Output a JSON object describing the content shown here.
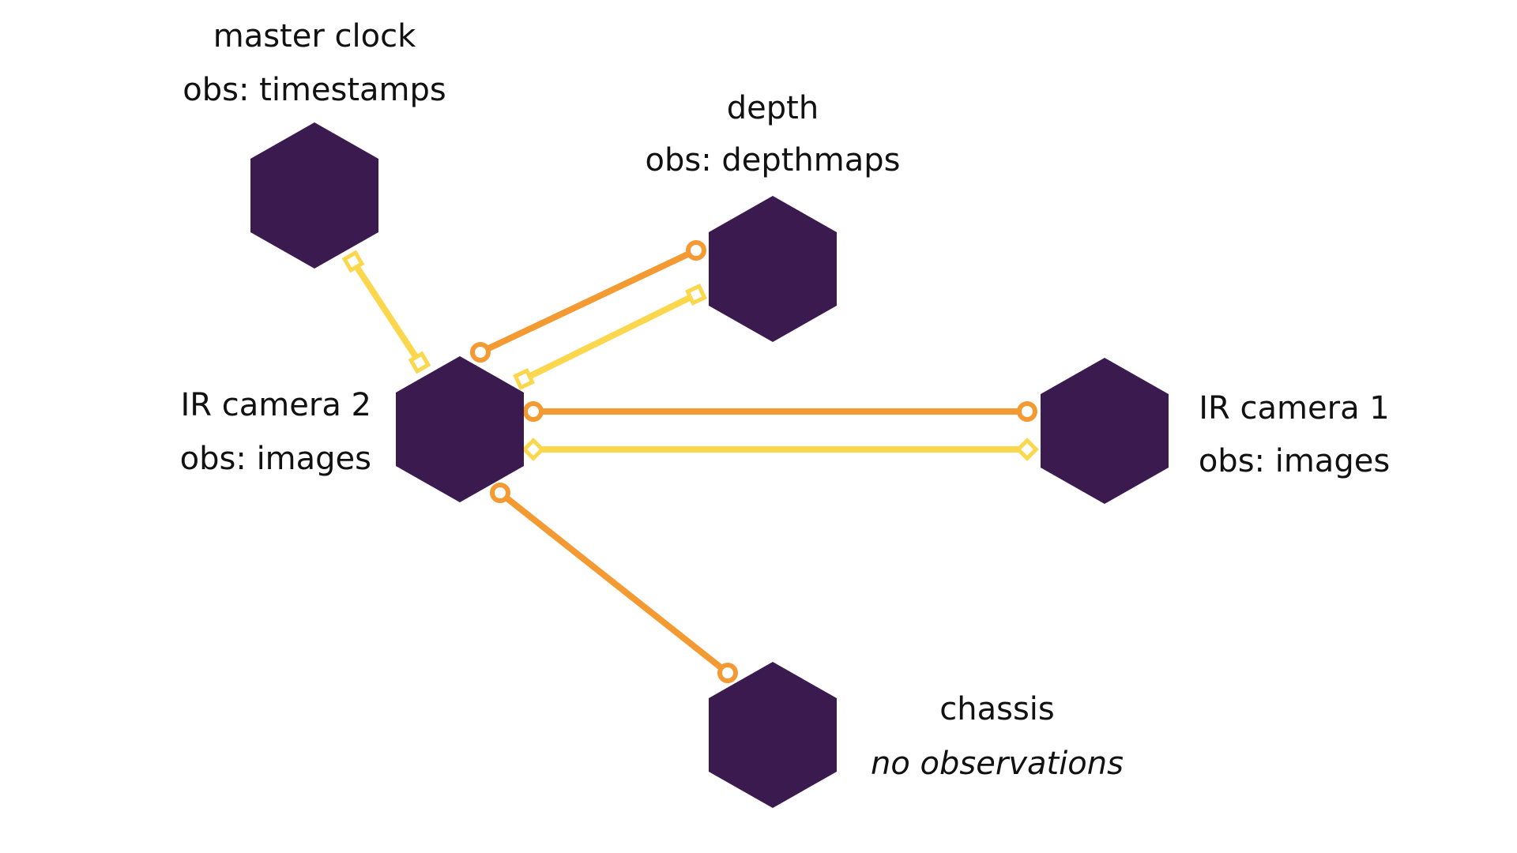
{
  "colors": {
    "node": "#3A1A4F",
    "edge_orange": "#F39A32",
    "edge_yellow": "#FBD74E",
    "text": "#111111"
  },
  "nodes": {
    "master_clock": {
      "name": "master clock",
      "obs": "obs: timestamps"
    },
    "depth": {
      "name": "depth",
      "obs": "obs: depthmaps"
    },
    "ir_camera_2": {
      "name": "IR camera 2",
      "obs": "obs: images"
    },
    "ir_camera_1": {
      "name": "IR camera 1",
      "obs": "obs: images"
    },
    "chassis": {
      "name": "chassis",
      "obs": "no observations"
    }
  },
  "edges": [
    {
      "from": "ir_camera_2",
      "to": "master_clock",
      "color": "yellow",
      "endpoint": "diamond"
    },
    {
      "from": "ir_camera_2",
      "to": "depth",
      "color": "orange",
      "endpoint": "circle"
    },
    {
      "from": "ir_camera_2",
      "to": "depth",
      "color": "yellow",
      "endpoint": "diamond"
    },
    {
      "from": "ir_camera_2",
      "to": "ir_camera_1",
      "color": "orange",
      "endpoint": "circle"
    },
    {
      "from": "ir_camera_2",
      "to": "ir_camera_1",
      "color": "yellow",
      "endpoint": "diamond"
    },
    {
      "from": "ir_camera_2",
      "to": "chassis",
      "color": "orange",
      "endpoint": "circle"
    }
  ]
}
